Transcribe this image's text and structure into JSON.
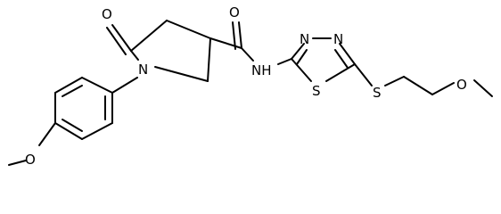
{
  "molecule": {
    "atoms": [
      {
        "id": "o_carbonyl_ring",
        "symbol": "O"
      },
      {
        "id": "o_carbonyl_amide",
        "symbol": "O"
      },
      {
        "id": "n_ring",
        "symbol": "N"
      },
      {
        "id": "nh",
        "symbol": "NH"
      },
      {
        "id": "n_thiadiazole_1",
        "symbol": "N"
      },
      {
        "id": "n_thiadiazole_2",
        "symbol": "N"
      },
      {
        "id": "s_ring",
        "symbol": "S"
      },
      {
        "id": "s_thioether",
        "symbol": "S"
      },
      {
        "id": "o_ether",
        "symbol": "O"
      },
      {
        "id": "o_methoxy",
        "symbol": "O"
      }
    ],
    "colors": {
      "bond": "#000000",
      "label": "#000000",
      "background": "#ffffff"
    }
  }
}
